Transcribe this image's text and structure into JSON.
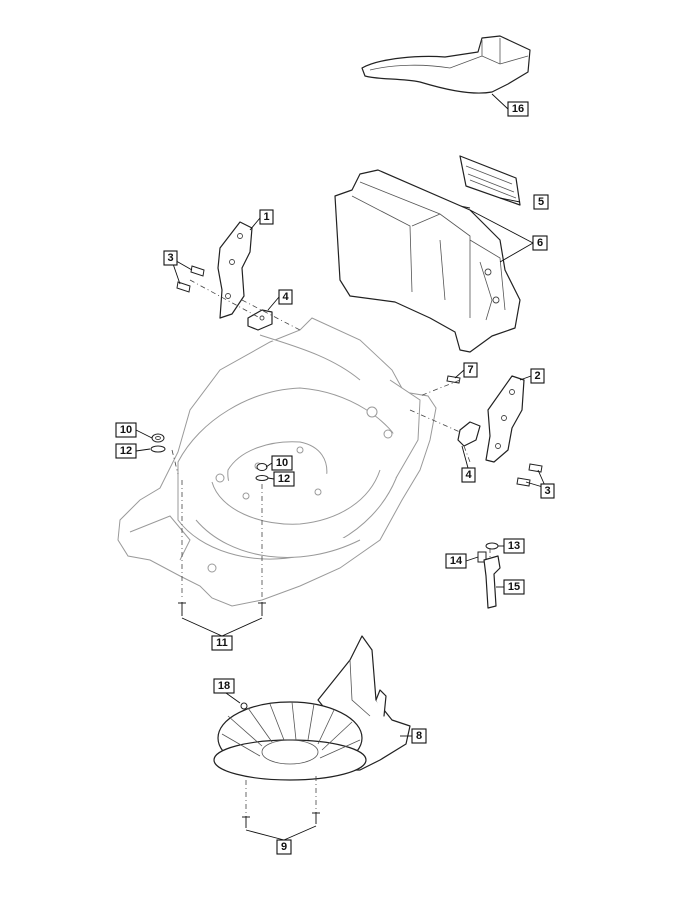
{
  "callouts": {
    "c16": "16",
    "c5": "5",
    "c6": "6",
    "c1": "1",
    "c3a": "3",
    "c4a": "4",
    "c7": "7",
    "c2": "2",
    "c10a": "10",
    "c12a": "12",
    "c10b": "10",
    "c12b": "12",
    "c4b": "4",
    "c3b": "3",
    "c13": "13",
    "c14": "14",
    "c15": "15",
    "c11": "11",
    "c18": "18",
    "c8": "8",
    "c9": "9"
  },
  "colors": {
    "line": "#222222",
    "background": "#ffffff"
  }
}
